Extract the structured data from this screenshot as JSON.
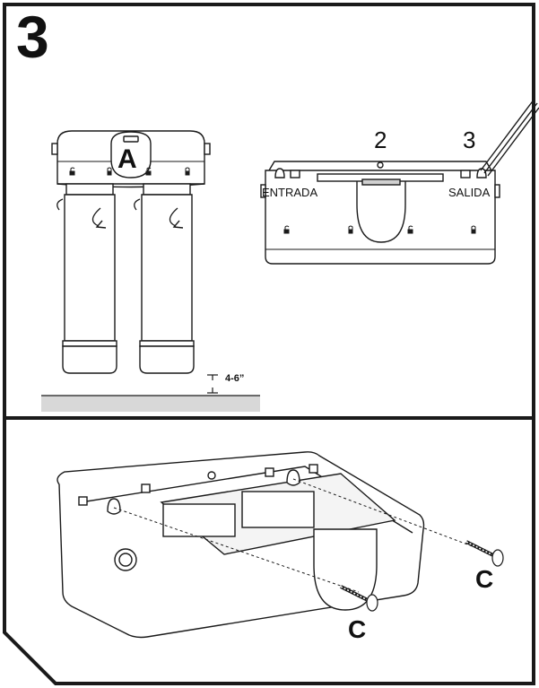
{
  "step": {
    "number": "3"
  },
  "filter_view": {
    "label_a": "A"
  },
  "mount_view": {
    "callout_2": "2",
    "callout_3": "3",
    "port_in": "ENTRADA",
    "port_out": "SALIDA"
  },
  "clearance": {
    "text": "4-6”"
  },
  "bracket_view": {
    "screw_label_right": "C",
    "screw_label_left": "C"
  },
  "colors": {
    "line": "#1a1a1a",
    "floor": "#d8d8d8",
    "paper": "#ffffff"
  }
}
